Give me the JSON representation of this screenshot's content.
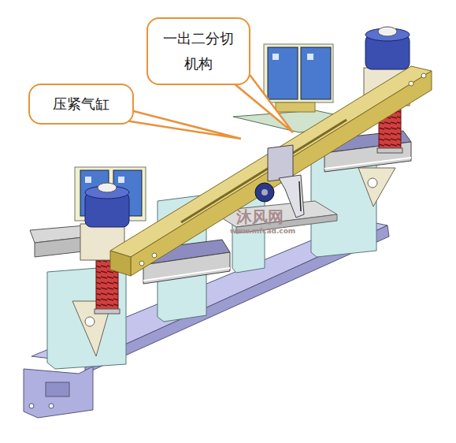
{
  "diagram": {
    "nodes": [
      {
        "text": [
          "一出二分切 机构"
        ]
      },
      {
        "text": [
          "压紧气缸"
        ]
      }
    ],
    "labels": [
      "沐风网",
      "www.mfcad.com"
    ]
  }
}
